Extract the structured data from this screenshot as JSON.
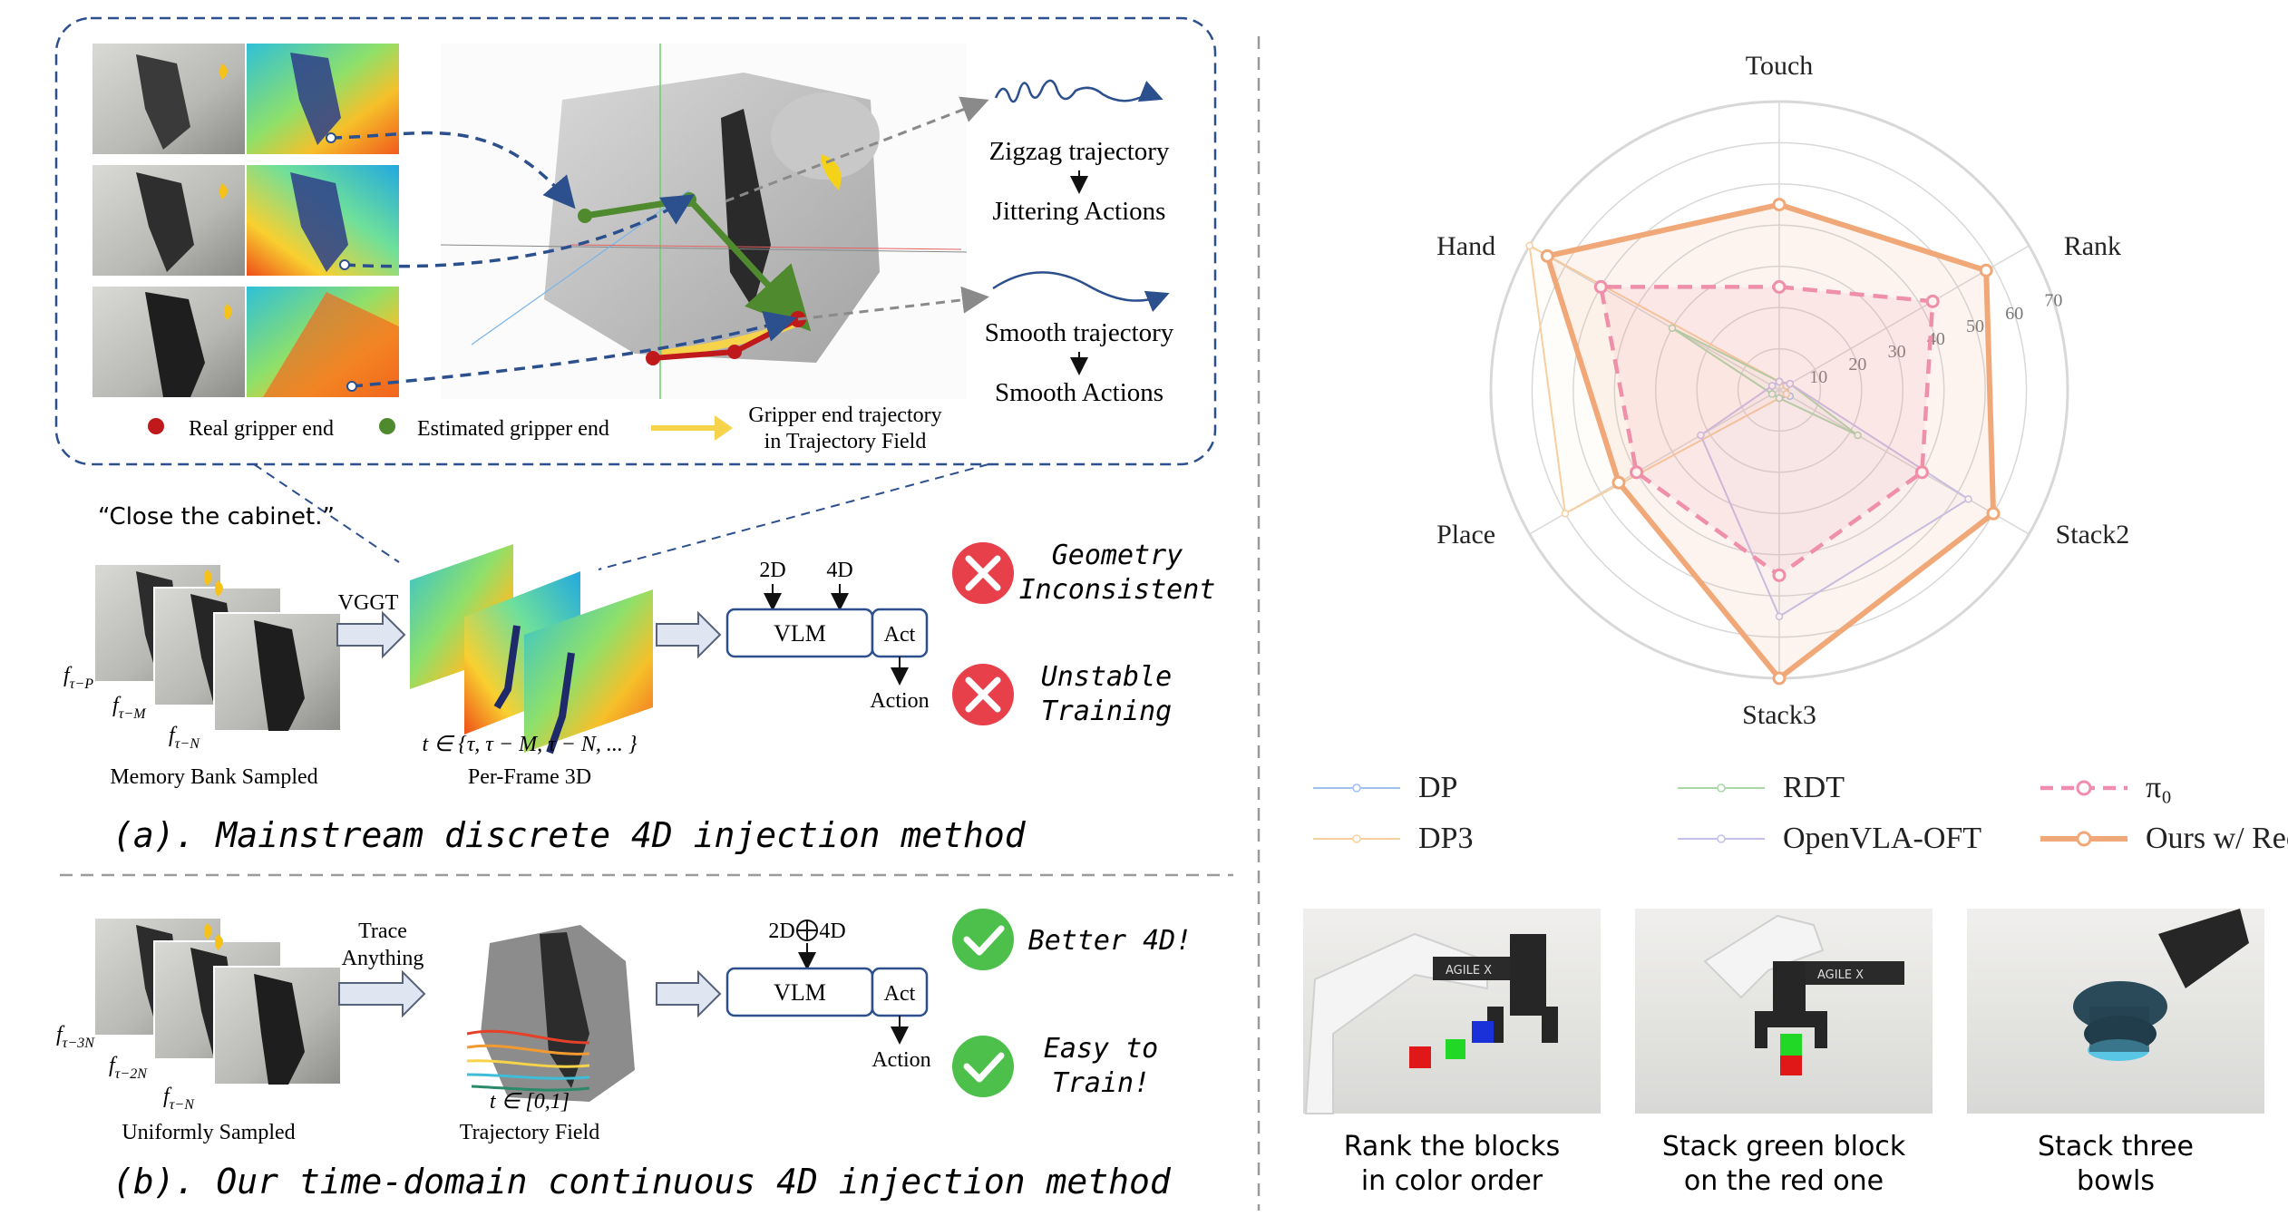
{
  "panel_a": {
    "quote": "“Close the cabinet.”",
    "legend_real": "Real gripper end",
    "legend_estimated": "Estimated gripper end",
    "legend_traj_line1": "Gripper end trajectory",
    "legend_traj_line2": "in Trajectory Field",
    "zigzag_title": "Zigzag trajectory",
    "zigzag_result": "Jittering Actions",
    "smooth_title": "Smooth trajectory",
    "smooth_result": "Smooth Actions",
    "vggt_label": "VGGT",
    "f1": "f",
    "f1_sub": "τ−P",
    "f2": "f",
    "f2_sub": "τ−M",
    "f3": "f",
    "f3_sub": "τ−N",
    "memory_caption": "Memory Bank Sampled",
    "time_set": "t ∈ {τ, τ − M, τ − N, ... }",
    "perframe_caption": "Per-Frame 3D",
    "in_2d": "2D",
    "in_4d": "4D",
    "vlm": "VLM",
    "act": "Act",
    "action": "Action",
    "con1_line1": "Geometry",
    "con1_line2": "Inconsistent",
    "con2_line1": "Unstable",
    "con2_line2": "Training",
    "caption": "(a). Mainstream discrete 4D injection method"
  },
  "panel_b": {
    "trace_line1": "Trace",
    "trace_line2": "Anything",
    "f1": "f",
    "f1_sub": "τ−3N",
    "f2": "f",
    "f2_sub": "τ−2N",
    "f3": "f",
    "f3_sub": "τ−N",
    "uniform_caption": "Uniformly Sampled",
    "time_range": "t ∈ [0,1]",
    "field_caption": "Trajectory Field",
    "in_combo_2d": "2D",
    "in_combo_4d": "4D",
    "vlm": "VLM",
    "act": "Act",
    "action": "Action",
    "pro1": "Better 4D!",
    "pro2_line1": "Easy to",
    "pro2_line2": "Train!",
    "caption": "(b). Our time-domain continuous 4D injection method"
  },
  "chart_data": {
    "type": "radar",
    "axes": [
      "Touch",
      "Rank",
      "Stack2",
      "Stack3",
      "Place",
      "Hand"
    ],
    "radial_ticks": [
      10,
      20,
      30,
      40,
      50,
      60,
      70
    ],
    "rmax": 70,
    "grid": true,
    "legend_position": "bottom",
    "series": [
      {
        "name": "DP",
        "values": [
          2,
          2,
          3,
          2,
          2,
          2
        ],
        "color": "#9fc0ee",
        "style": "thin"
      },
      {
        "name": "DP3",
        "values": [
          2,
          2,
          2,
          2,
          60,
          70
        ],
        "color": "#f7cfa0",
        "style": "thin"
      },
      {
        "name": "RDT",
        "values": [
          2,
          3,
          22,
          2,
          2,
          30
        ],
        "color": "#a8d8a8",
        "style": "thin"
      },
      {
        "name": "OpenVLA-OFT",
        "values": [
          2,
          3,
          53,
          55,
          22,
          2
        ],
        "color": "#c4c0ec",
        "style": "thin"
      },
      {
        "name": "π₀",
        "values": [
          25,
          43,
          40,
          45,
          40,
          50
        ],
        "color": "#f08cb0",
        "style": "dashed"
      },
      {
        "name": "Ours w/ Recouple",
        "values": [
          45,
          58,
          60,
          70,
          45,
          65
        ],
        "color": "#f0a878",
        "style": "bold"
      }
    ]
  },
  "tasks": [
    {
      "line1": "Rank the blocks",
      "line2": "in color order",
      "brand": "AGILE X"
    },
    {
      "line1": "Stack green block",
      "line2": "on the red one",
      "brand": "AGILE X"
    },
    {
      "line1": "Stack three",
      "line2": "bowls",
      "brand": ""
    }
  ]
}
